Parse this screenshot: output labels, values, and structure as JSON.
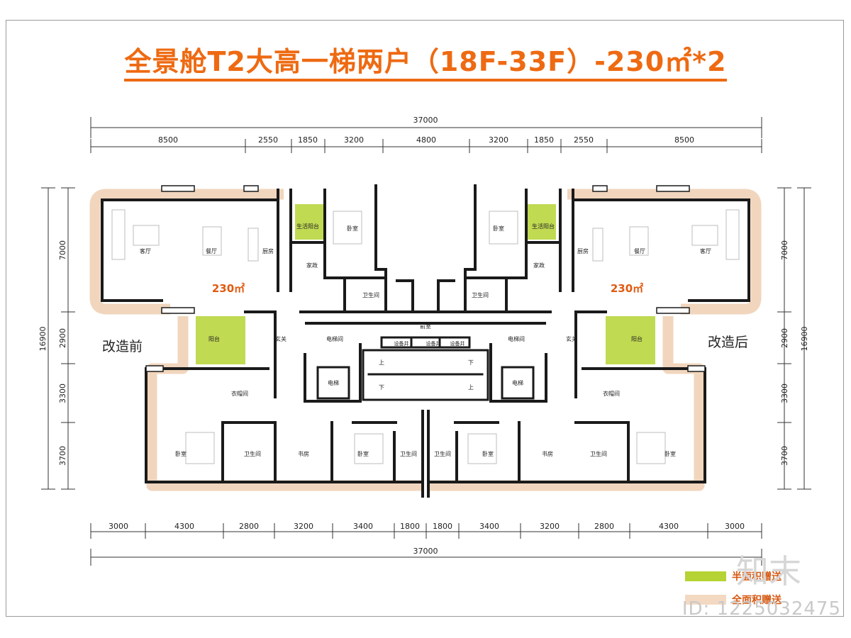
{
  "title": "全景舱T2大高一梯两户（18F-33F）-230㎡*2",
  "labels": {
    "before": "改造前",
    "after": "改造后",
    "area_left": "230㎡",
    "area_right": "230㎡"
  },
  "dimensions": {
    "top_total": "37000",
    "top_segments": [
      "8500",
      "2550",
      "1850",
      "3200",
      "4800",
      "3200",
      "1850",
      "2550",
      "8500"
    ],
    "bottom_segments": [
      "3000",
      "4300",
      "2800",
      "3200",
      "3400",
      "1800",
      "1800",
      "3400",
      "3200",
      "2800",
      "4300",
      "3000"
    ],
    "bottom_total": "37000",
    "left_total": "16900",
    "left_segments": [
      "7000",
      "2900",
      "3300",
      "3700"
    ],
    "right_total": "16900",
    "right_segments": [
      "7000",
      "2900",
      "3300",
      "3700"
    ]
  },
  "rooms": {
    "living": "客厅",
    "dining": "餐厅",
    "kitchen": "厨房",
    "service_balcony": "生活阳台",
    "maid": "家政",
    "bedroom": "卧室",
    "bathroom": "卫生间",
    "balcony": "阳台",
    "foyer": "玄关",
    "elevator_hall": "电梯间",
    "front_room": "前室",
    "shaft": "设备井",
    "elevator": "电梯",
    "wardrobe": "衣帽间",
    "study": "书房",
    "up": "上",
    "down": "下"
  },
  "legend": [
    {
      "label": "半面积赠送",
      "color": "#b5d334"
    },
    {
      "label": "全面积赠送",
      "color": "#f3d9c2"
    }
  ],
  "colors": {
    "title": "#ee6a12",
    "half_area": "#b5d334",
    "full_area": "#f1d6bd",
    "wall": "#1a1a1a"
  },
  "watermark": {
    "id": "ID: 1225032475",
    "logo": "知末"
  }
}
